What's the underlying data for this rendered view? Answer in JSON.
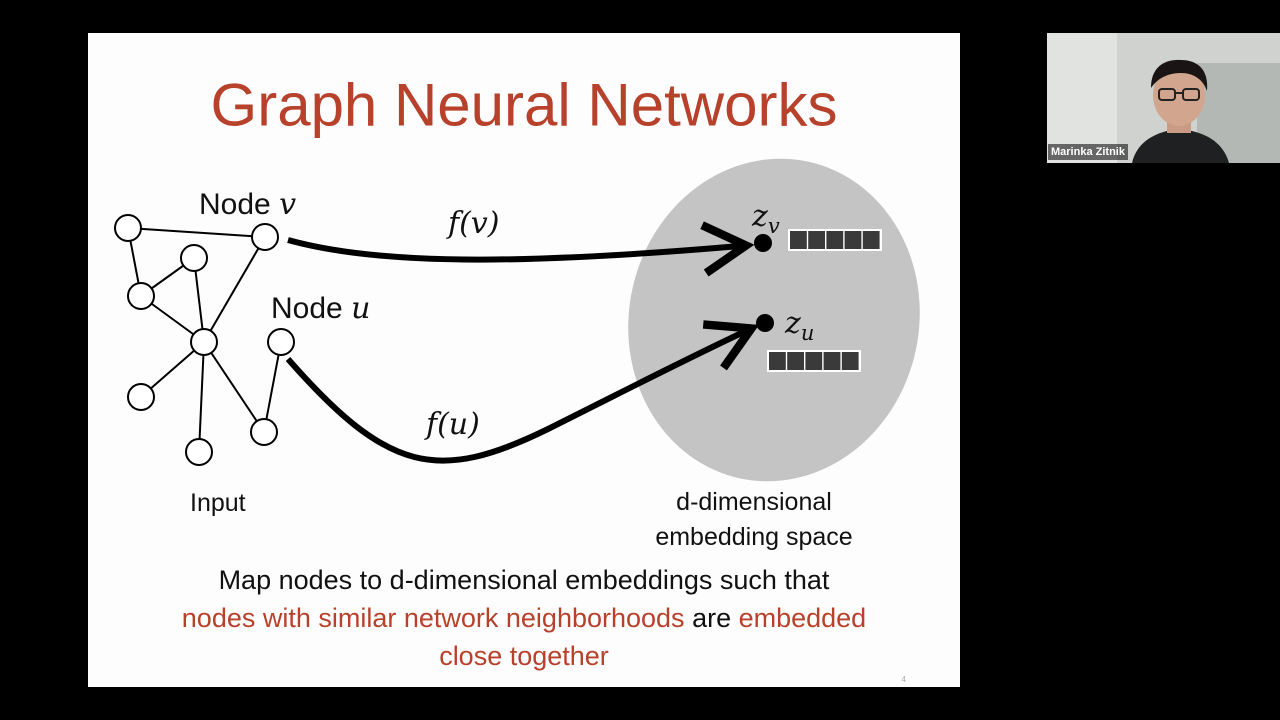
{
  "slide": {
    "title": "Graph Neural Networks",
    "node_v_label": "Node",
    "node_v_var": "v",
    "node_u_label": "Node",
    "node_u_var": "u",
    "f_v": "f(v)",
    "f_u": "f(u)",
    "z_v_base": "z",
    "z_v_sub": "v",
    "z_u_base": "z",
    "z_u_sub": "u",
    "input_label": "Input",
    "embedding_label_line1": "d-dimensional",
    "embedding_label_line2": "embedding space",
    "caption": {
      "line1": "Map nodes to d-dimensional embeddings such that",
      "red1": "nodes with similar network neighborhoods",
      "mid": " are ",
      "red2": "embedded",
      "red3": "close together"
    },
    "page_number": "4"
  },
  "webcam": {
    "participant_name": "Marinka Zitnik"
  },
  "colors": {
    "title_red": "#b8412b",
    "embedding_space_gray": "#c4c4c4",
    "vector_cell": "#3a3a3a"
  }
}
